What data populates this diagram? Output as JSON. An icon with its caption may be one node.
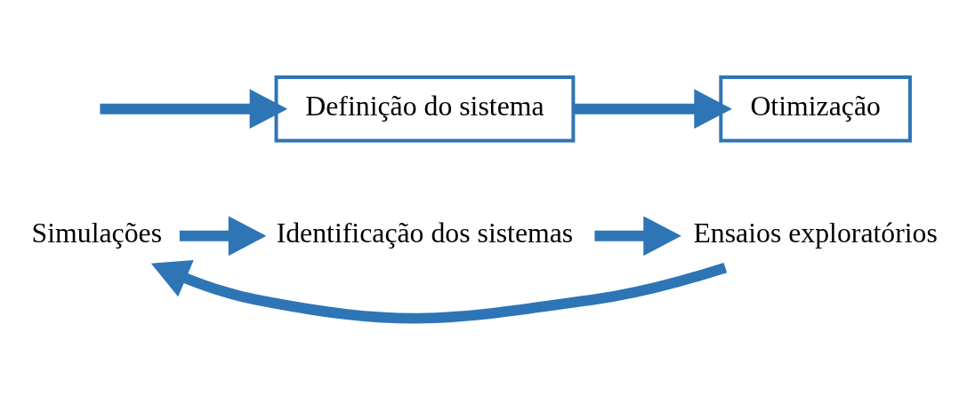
{
  "diagram": {
    "nodes": [
      {
        "text": [
          "Simulações"
        ]
      },
      {
        "text": [
          "Identificação dos sistemas"
        ]
      },
      {
        "text": [
          "Ensaios exploratórios"
        ]
      },
      {
        "text": [
          "Definição do sistema"
        ]
      },
      {
        "text": [
          "Otimização"
        ]
      }
    ],
    "edges": [
      {
        "from": 0,
        "to": 1,
        "arrow": "to"
      },
      {
        "from": 1,
        "to": 2,
        "arrow": "to"
      },
      {
        "from": 2,
        "to": 0,
        "arrow": "to"
      },
      {
        "from": null,
        "to": 3,
        "arrow": "to"
      },
      {
        "from": 3,
        "to": 4,
        "arrow": "to"
      }
    ]
  }
}
